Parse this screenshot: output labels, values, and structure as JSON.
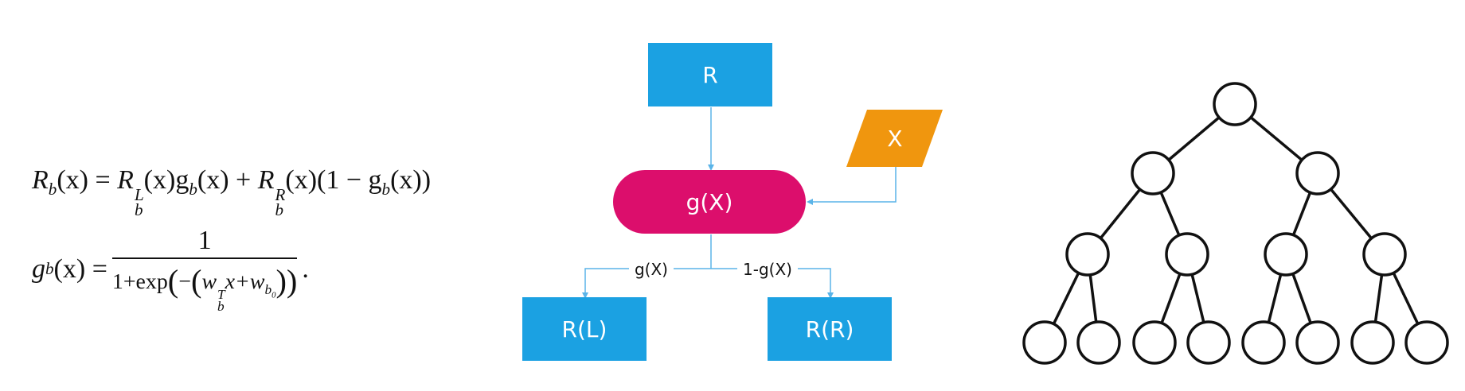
{
  "formulas": {
    "eq1": {
      "lhs_main": "R",
      "lhs_sub": "b",
      "lhs_arg": "(x) =",
      "t1_main": "R",
      "t1_sup": "L",
      "t1_sub": "b",
      "t1_rest": "(x)g",
      "t1_gsub": "b",
      "t1_tail": "(x) +",
      "t2_main": "R",
      "t2_sup": "R",
      "t2_sub": "b",
      "t2_rest": "(x)(1 − g",
      "t2_gsub": "b",
      "t2_tail": "(x))"
    },
    "eq2": {
      "lhs_main": "g",
      "lhs_sub": "b",
      "lhs_arg": "(x) =",
      "numerator": "1",
      "den_prefix": "1+exp",
      "den_minus": "−",
      "den_w": "w",
      "den_w_sup": "T",
      "den_w_sub": "b",
      "den_x": "x+w",
      "den_b_sub": "b",
      "den_b_subsub": "0",
      "tail": "."
    }
  },
  "flowchart": {
    "colors": {
      "blue": "#1ba1e2",
      "magenta": "#dc0e6c",
      "orange": "#f0960e",
      "edge": "#5ab4e8"
    },
    "nodes": {
      "root": "R",
      "input": "X",
      "gate": "g(X)",
      "left": "R(L)",
      "right": "R(R)"
    },
    "edge_labels": {
      "left": "g(X)",
      "right": "1-g(X)"
    }
  },
  "tree": {
    "levels": [
      1,
      2,
      4,
      8
    ],
    "color": "#111111"
  }
}
